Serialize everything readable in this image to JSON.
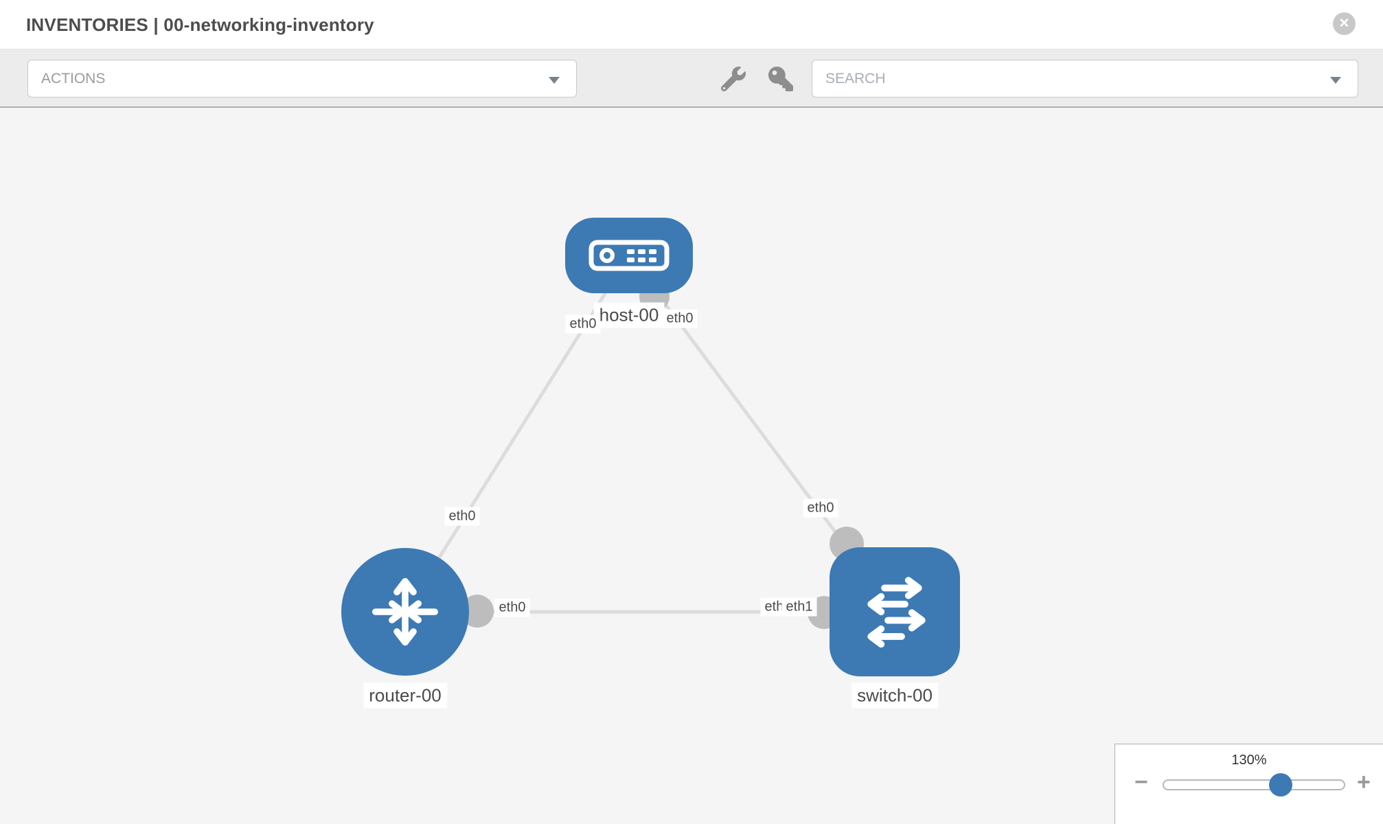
{
  "header": {
    "title": "INVENTORIES | 00-networking-inventory",
    "close_glyph": "✕"
  },
  "toolbar": {
    "actions": {
      "label": "ACTIONS"
    },
    "search": {
      "placeholder": "SEARCH",
      "value": ""
    },
    "icon_buttons": [
      "wrench-icon",
      "key-icon"
    ]
  },
  "colors": {
    "node_blue": "#3d7ab4",
    "link_gray": "#dcdcdc",
    "port_dot_gray": "#bdbdbd",
    "canvas_bg": "#f5f5f5",
    "toolbar_bg": "#ececec"
  },
  "graph": {
    "nodes": [
      {
        "id": "host-00",
        "type": "host",
        "label": "host-00"
      },
      {
        "id": "router-00",
        "type": "router",
        "label": "router-00"
      },
      {
        "id": "switch-00",
        "type": "switch",
        "label": "switch-00"
      }
    ],
    "links": [
      {
        "source": "host-00",
        "source_interface": "eth0",
        "target": "router-00",
        "target_interface": "eth0"
      },
      {
        "source": "host-00",
        "source_interface": "eth0",
        "target": "switch-00",
        "target_interface": "eth0"
      },
      {
        "source": "router-00",
        "source_interface": "eth0",
        "target": "switch-00",
        "target_interface": "eth1"
      }
    ],
    "labels": {
      "host": "host-00",
      "router": "router-00",
      "switch": "switch-00",
      "host_left_port": "eth0",
      "host_right_port": "eth0",
      "host_router_link_port": "eth0",
      "host_switch_link_port": "eth0",
      "router_port": "eth0",
      "switch_hidden_port": "eth0",
      "switch_port": "eth1"
    }
  },
  "zoom_control": {
    "level": "130%",
    "minus_glyph": "−",
    "plus_glyph": "+"
  }
}
